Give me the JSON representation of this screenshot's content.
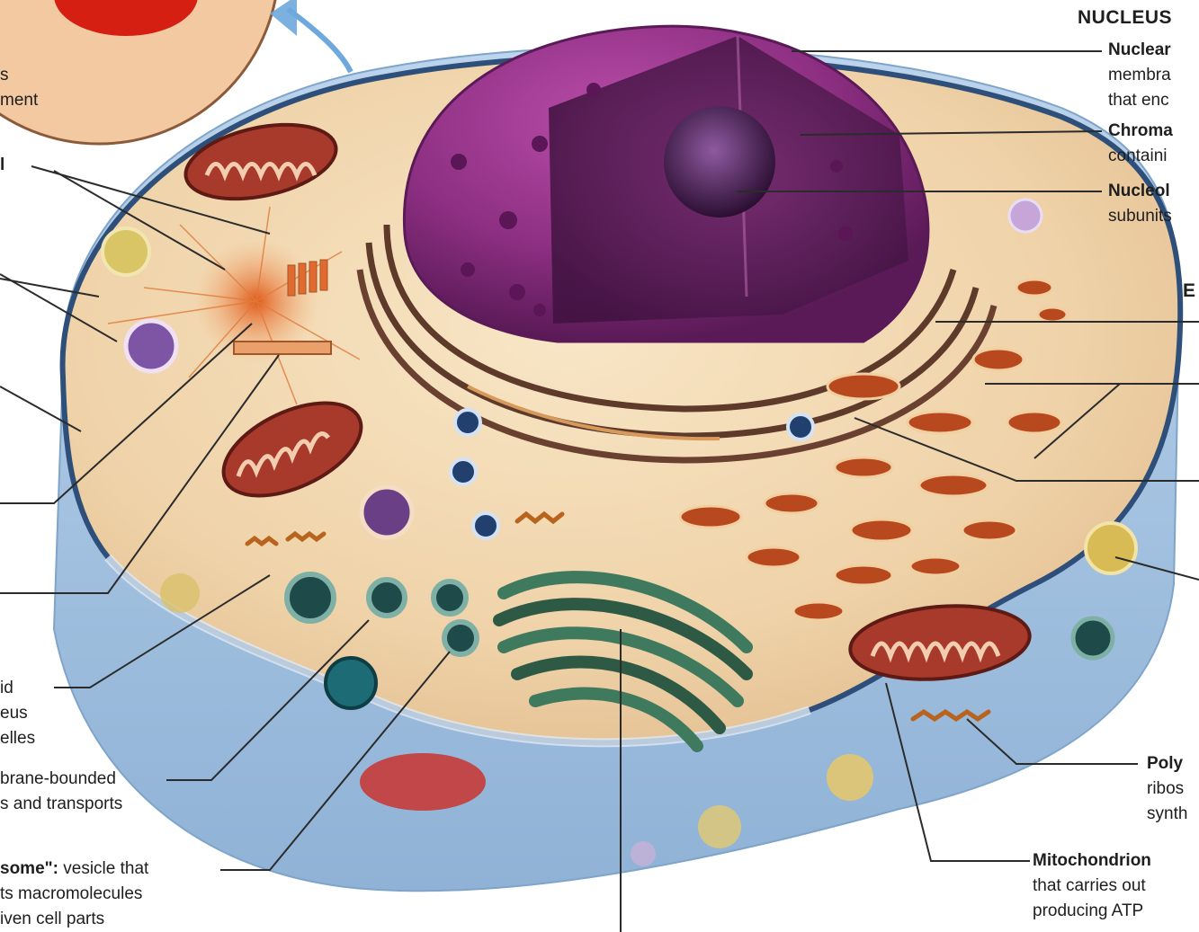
{
  "labels": {
    "nucleus_heading": "NUCLEUS",
    "nuclear_envelope": {
      "title": "Nuclear",
      "lines": [
        "membra",
        "that enc"
      ]
    },
    "chromatin": {
      "title": "Chroma",
      "lines": [
        "containi"
      ]
    },
    "nucleolus": {
      "title": "Nucleol",
      "lines": [
        "subunits"
      ]
    },
    "er_heading": "E",
    "polyribosome": {
      "title": "Poly",
      "lines": [
        "ribos",
        "synth"
      ]
    },
    "mitochondrion": {
      "title": "Mitochondrion",
      "lines": [
        "that carries out",
        "producing ATP"
      ]
    },
    "left_top": [
      "s",
      "ment"
    ],
    "left_centriole_fragment": "l",
    "left_cytoskeleton": [
      "id",
      "eus",
      "elles"
    ],
    "left_golgi": [
      "brane-bounded",
      "s and transports"
    ],
    "left_lysosome": {
      "title": "some\":",
      "text": " vesicle that",
      "lines": [
        "ts macromolecules",
        "iven cell parts"
      ]
    }
  },
  "colors": {
    "nucleus": "#7a2a74",
    "cytoplasm": "#f1d7b2",
    "membrane_outer": "#a9c6e2",
    "mitochondria": "#a83a2c",
    "golgi": "#2e5a45",
    "rough_er": "#c06a3a",
    "leader_line": "#2b2b2b"
  }
}
